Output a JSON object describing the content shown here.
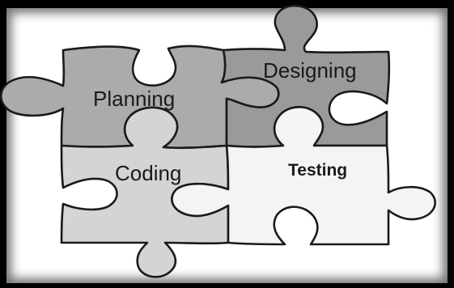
{
  "pieces": [
    {
      "id": "planning",
      "label": "Planning",
      "fill": "#ababab"
    },
    {
      "id": "designing",
      "label": "Designing",
      "fill": "#9a9a9a"
    },
    {
      "id": "coding",
      "label": "Coding",
      "fill": "#d4d4d4"
    },
    {
      "id": "testing",
      "label": "Testing",
      "fill": "#f4f4f4"
    }
  ],
  "colors": {
    "outline": "#1a1a1a",
    "frame": "#000000",
    "background": "#ffffff"
  }
}
